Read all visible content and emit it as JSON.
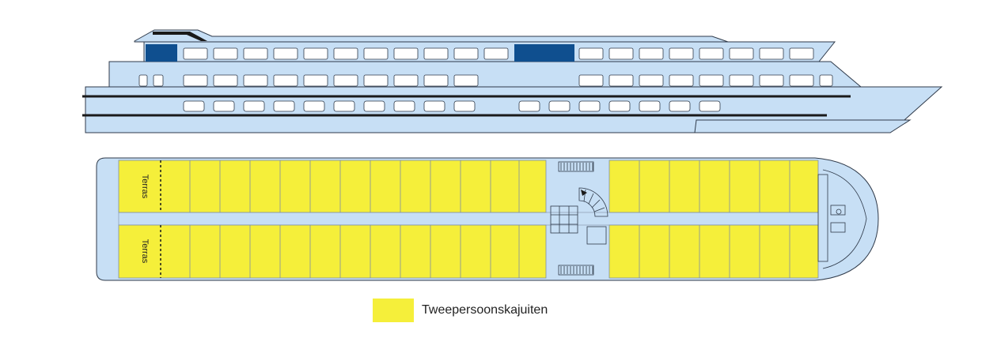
{
  "deck_plan": {
    "terrace_top_label": "Terras",
    "terrace_bottom_label": "Terras"
  },
  "legend": {
    "items": [
      {
        "label": "Tweepersoonskajuiten",
        "color": "#f5ef3a"
      }
    ]
  },
  "colors": {
    "hull": "#c7dff5",
    "outline": "#2f3a4a",
    "window_dark": "#0f4f8f",
    "cabin": "#f5ef3a",
    "stripe": "#1a1a1a"
  }
}
